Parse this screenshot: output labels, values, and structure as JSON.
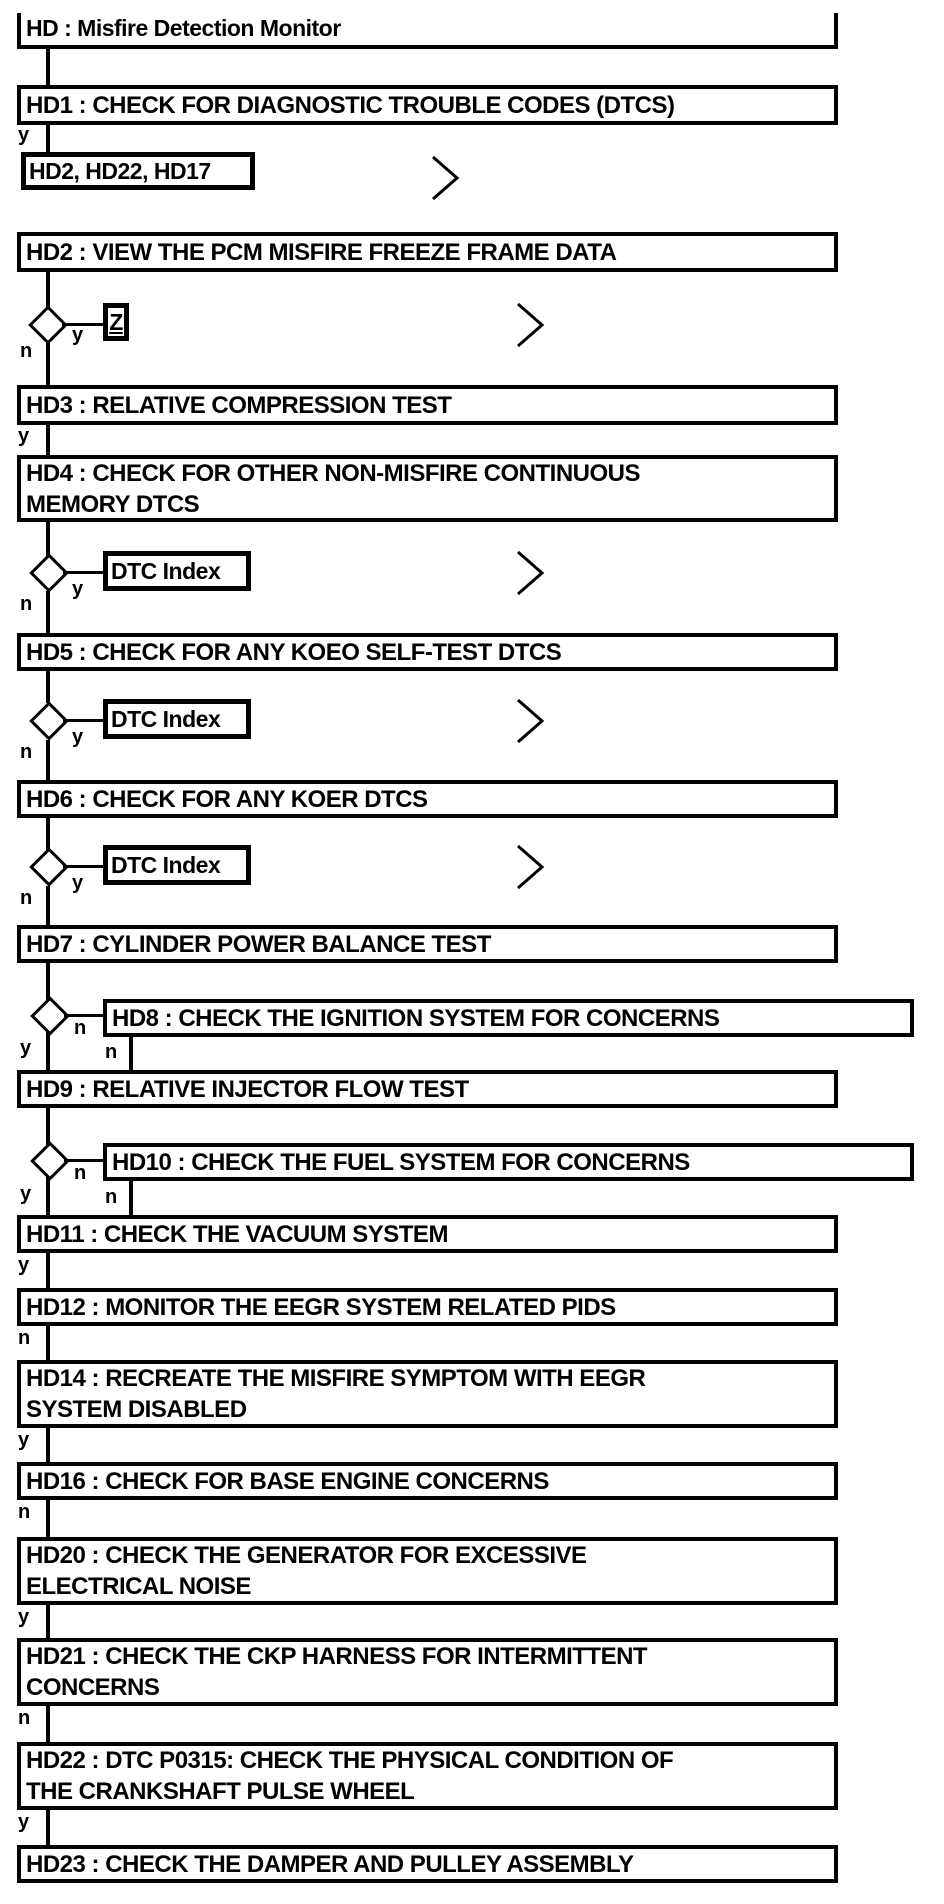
{
  "title": {
    "label": "HD : Misfire Detection Monitor"
  },
  "branch": {
    "yes": "y",
    "no": "n"
  },
  "references": {
    "hd1_targets": "HD2, HD22, HD17",
    "z_pinpoint": "Z",
    "dtc_index": "DTC Index"
  },
  "nodes": {
    "hd1": "HD1 : CHECK FOR DIAGNOSTIC TROUBLE CODES (DTCS)",
    "hd2": "HD2 : VIEW THE PCM MISFIRE FREEZE FRAME DATA",
    "hd3": "HD3 : RELATIVE COMPRESSION TEST",
    "hd4": "HD4 : CHECK FOR OTHER NON-MISFIRE CONTINUOUS\nMEMORY DTCS",
    "hd5": "HD5 : CHECK FOR ANY KOEO SELF-TEST DTCS",
    "hd6": "HD6 : CHECK FOR ANY KOER DTCS",
    "hd7": "HD7 : CYLINDER POWER BALANCE TEST",
    "hd8": "HD8 : CHECK THE IGNITION SYSTEM FOR CONCERNS",
    "hd9": "HD9 : RELATIVE INJECTOR FLOW TEST",
    "hd10": "HD10 : CHECK THE FUEL SYSTEM FOR CONCERNS",
    "hd11": "HD11 : CHECK THE VACUUM SYSTEM",
    "hd12": "HD12 : MONITOR THE EEGR SYSTEM RELATED PIDS",
    "hd14": "HD14 : RECREATE THE MISFIRE SYMPTOM WITH EEGR\nSYSTEM DISABLED",
    "hd16": "HD16 : CHECK FOR BASE ENGINE CONCERNS",
    "hd20": "HD20 : CHECK THE GENERATOR FOR EXCESSIVE\nELECTRICAL NOISE",
    "hd21": "HD21 : CHECK THE CKP HARNESS FOR INTERMITTENT\nCONCERNS",
    "hd22": "HD22 : DTC P0315: CHECK THE PHYSICAL CONDITION OF\nTHE CRANKSHAFT PULSE WHEEL",
    "hd23": "HD23 : CHECK THE DAMPER AND PULLEY ASSEMBLY"
  }
}
